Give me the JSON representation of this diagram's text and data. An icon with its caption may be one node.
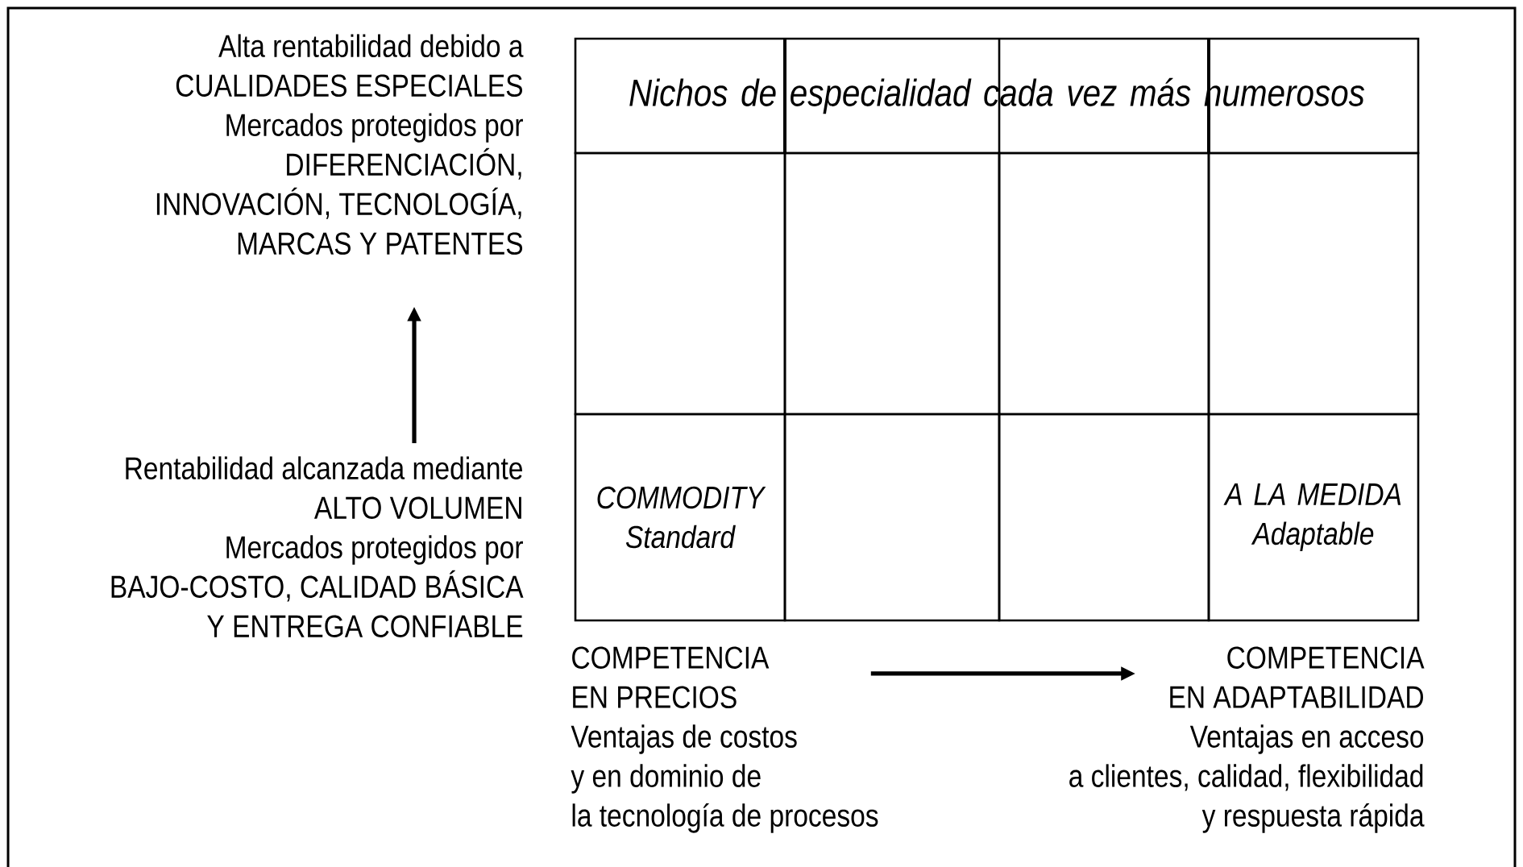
{
  "diagram": {
    "nodes": [
      {
        "text": [
          "Alta rentabilidad debido a CUALIDADES ESPECIALES",
          "Mercados protegidos por DIFERENCIACIÓN, INNOVACIÓN, TECNOLOGÍA, MARCAS Y PATENTES"
        ]
      },
      {
        "text": [
          "Nichos de especialidad cada vez más numerosos"
        ]
      },
      {
        "text": [],
        "shape": "box"
      },
      {
        "text": [],
        "shape": "box"
      },
      {
        "text": [],
        "shape": "box"
      },
      {
        "text": [],
        "shape": "box"
      },
      {
        "text": [
          "Rentabilidad alcanzada mediante ALTO VOLUMEN",
          "Mercados protegidos por BAJO-COSTO, CALIDAD BÁSICA Y ENTREGA CONFIABLE"
        ]
      },
      {
        "text": [
          "COMMODITY Standard"
        ]
      },
      {
        "text": [],
        "shape": "box"
      },
      {
        "text": [],
        "shape": "box"
      },
      {
        "text": [
          "A LA MEDIDA Adaptable"
        ]
      },
      {
        "text": [
          "COMPETENCIA",
          "EN PRECIOS",
          "Ventajas de costos",
          "y en dominio de",
          "la tecnología de procesos"
        ]
      },
      {
        "text": [
          "COMPETENCIA",
          "EN ADAPTABILIDAD",
          "Ventajas en acceso",
          "a clientes, calidad, flexibilidad",
          "y respuesta rápida"
        ]
      }
    ],
    "edges": [
      {
        "from": 6,
        "to": 0,
        "arrow": "to"
      },
      {
        "from": 11,
        "to": 12,
        "arrow": "to"
      }
    ]
  }
}
